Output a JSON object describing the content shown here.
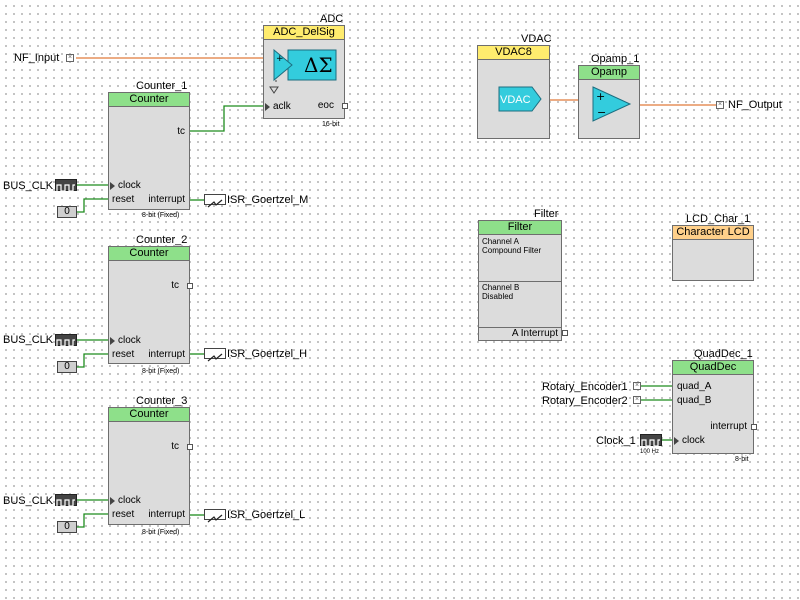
{
  "adc": {
    "title": "ADC",
    "type": "ADC_DelSig",
    "symbol": "ΔΣ",
    "port_aclk": "aclk",
    "port_eoc": "eoc",
    "note": "16-bit"
  },
  "nf_input": "NF_Input",
  "vdac": {
    "title": "VDAC",
    "type": "VDAC8",
    "symbol": "VDAC"
  },
  "opamp": {
    "title": "Opamp_1",
    "type": "Opamp"
  },
  "nf_output": "NF_Output",
  "counters": [
    {
      "title": "Counter_1",
      "type": "Counter",
      "tc": "tc",
      "clock": "clock",
      "reset": "reset",
      "interrupt": "interrupt",
      "note": "8-bit (Fixed)",
      "clk_label": "BUS_CLK",
      "const": "0",
      "isr": "ISR_Goertzel_M"
    },
    {
      "title": "Counter_2",
      "type": "Counter",
      "tc": "tc",
      "clock": "clock",
      "reset": "reset",
      "interrupt": "interrupt",
      "note": "8-bit (Fixed)",
      "clk_label": "BUS_CLK",
      "const": "0",
      "isr": "ISR_Goertzel_H"
    },
    {
      "title": "Counter_3",
      "type": "Counter",
      "tc": "tc",
      "clock": "clock",
      "reset": "reset",
      "interrupt": "interrupt",
      "note": "8-bit (Fixed)",
      "clk_label": "BUS_CLK",
      "const": "0",
      "isr": "ISR_Goertzel_L"
    }
  ],
  "filter": {
    "title": "Filter",
    "type": "Filter",
    "ch_a_1": "Channel A",
    "ch_a_2": "Compound Filter",
    "ch_b_1": "Channel B",
    "ch_b_2": "Disabled",
    "port": "A Interrupt"
  },
  "lcd": {
    "title": "LCD_Char_1",
    "type": "Character LCD"
  },
  "quaddec": {
    "title": "QuadDec_1",
    "type": "QuadDec",
    "quad_a": "quad_A",
    "quad_b": "quad_B",
    "interrupt": "interrupt",
    "clock": "clock",
    "note": "8-bit",
    "enc1": "Rotary_Encoder1",
    "enc2": "Rotary_Encoder2",
    "clk_label": "Clock_1",
    "clk_note": "100 Hz"
  },
  "colors": {
    "wire_green": "#1e8c1e",
    "wire_orange": "#e07a3a",
    "header_green": "#8ee08a",
    "header_yellow": "#ffec6e",
    "header_orange": "#ffd08a",
    "analog_cyan": "#33ccdd"
  }
}
